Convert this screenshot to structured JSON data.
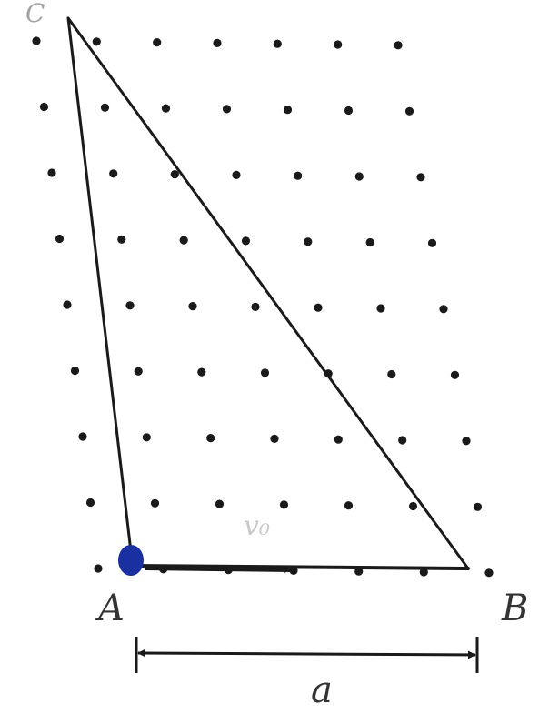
{
  "labels": {
    "vertex_a": "A",
    "vertex_b": "B",
    "vertex_c": "C",
    "velocity": "v₀",
    "length": "a"
  },
  "colors": {
    "line": "#1a1a1a",
    "dot": "#1a1a1a",
    "particle": "#1a2fa0",
    "velocity_label": "#c9c9c9",
    "label": "#333333"
  },
  "field": {
    "symbol": "dot",
    "rows": 9,
    "columns": 7
  }
}
